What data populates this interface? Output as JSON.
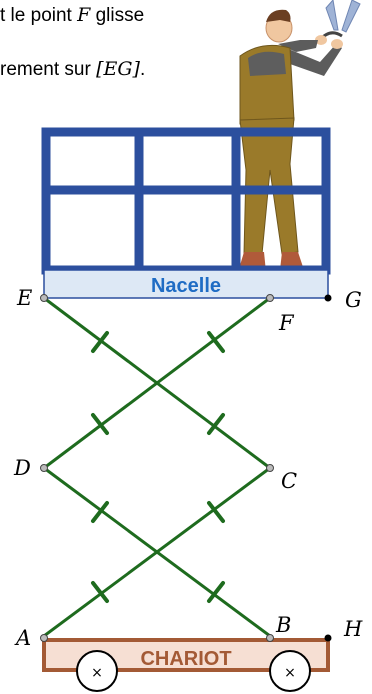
{
  "caption": {
    "line1_text": "t le point ",
    "line1_var": "F",
    "line1_end": " glisse",
    "line2_text": "rement sur ",
    "line2_math": "[EG]",
    "line2_end": "."
  },
  "labels": {
    "nacelle": "Nacelle",
    "chariot": "CHARIOT",
    "wheel_mark": "×"
  },
  "points": {
    "A": "A",
    "B": "B",
    "C": "C",
    "D": "D",
    "E": "E",
    "F": "F",
    "G": "G",
    "H": "H"
  },
  "colors": {
    "frame": "#2c4f9e",
    "nacelle_fill": "#dde8f5",
    "nacelle_text": "#1f6cc4",
    "scissor": "#1e6b1e",
    "chariot_fill": "#f6dfd3",
    "chariot_stroke": "#a35a35",
    "chariot_text": "#a35a35"
  }
}
